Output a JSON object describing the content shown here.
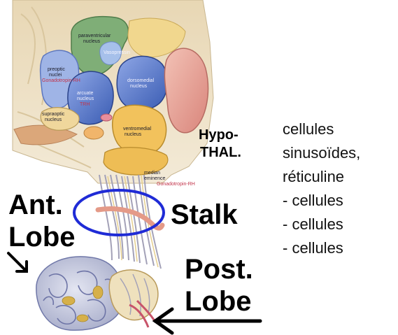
{
  "labels": {
    "hypothalamus_line1": "Hypo-",
    "hypothalamus_line2": "THAL.",
    "anterior_line1": "Ant.",
    "anterior_line2": "Lobe",
    "stalk": "Stalk",
    "posterior_line1": "Post.",
    "posterior_line2": "Lobe"
  },
  "nuclei": {
    "paraventricular_1": "paraventricular",
    "paraventricular_2": "nucleus",
    "paraventricular_hormone": "Vasopressin",
    "preoptic_1": "preoptic",
    "preoptic_2": "nuclei",
    "preoptic_hormone": "Gonadotropin-RH",
    "arcuate_1": "arcuate",
    "arcuate_2": "nucleus",
    "arcuate_hormone": "TRH",
    "supraoptic_1": "supraoptic",
    "supraoptic_2": "nucleus",
    "dorsomedial_1": "dorsomedial",
    "dorsomedial_2": "nucleus",
    "ventromedial_1": "ventromedial",
    "ventromedial_2": "nucleus",
    "median_1": "median",
    "median_2": "eminence",
    "median_hormone": "Gonadotropin-RH"
  },
  "notes": [
    "cellules",
    "sinusoïdes,",
    "réticuline",
    "- cellules",
    "- cellules",
    "- cellules"
  ],
  "colors": {
    "ellipse": "#1f2bd6",
    "paraventricular": "#7fae77",
    "preoptic": "#7f95d4",
    "arcuate": "#3a5fb6",
    "dorsomedial": "#4c6fc4",
    "ventromedial": "#f2c25c",
    "supraoptic": "#f0d79c",
    "orange_nucleus": "#eebd55",
    "pink_lobe": "#e9a39a",
    "tissue": "#efe2c8",
    "fibers": "#a3a1b7",
    "gland": "#c9cde2"
  }
}
